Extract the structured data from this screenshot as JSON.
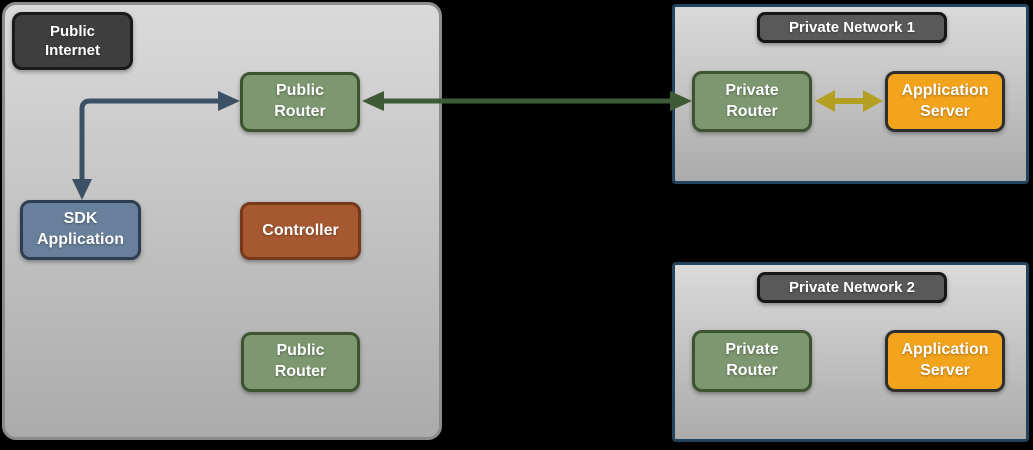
{
  "colors": {
    "canvas-bg": "#000000",
    "container-fill-top": "#dadada",
    "container-fill-bottom": "#ababab",
    "public-container-border": "#8c8c8c",
    "private-container-border": "#24435c",
    "dark-label-fill": "#3e3e3e",
    "dark-label-border": "#1a1a1a",
    "network-label-fill": "#595959",
    "network-label-border": "#161616",
    "green-node-fill": "#7d9770",
    "green-node-border": "#3e5431",
    "blue-node-fill": "#68809b",
    "blue-node-border": "#2d3e52",
    "red-node-fill": "#a65930",
    "red-node-border": "#77391c",
    "orange-node-fill": "#f3a41d",
    "orange-node-border": "#2e2e2e",
    "arrow-navy": "#3d5166",
    "arrow-green": "#3f5a36",
    "arrow-yellow": "#b3a023",
    "text": "#ffffff"
  },
  "diagram": {
    "public_internet": {
      "label": "Public\nInternet",
      "nodes": {
        "public_router_top": "Public\nRouter",
        "sdk_application": "SDK\nApplication",
        "controller": "Controller",
        "public_router_bottom": "Public\nRouter"
      }
    },
    "private_network_1": {
      "label": "Private Network 1",
      "nodes": {
        "private_router": "Private\nRouter",
        "application_server": "Application\nServer"
      }
    },
    "private_network_2": {
      "label": "Private Network 2",
      "nodes": {
        "private_router": "Private\nRouter",
        "application_server": "Application\nServer"
      }
    },
    "connections": [
      {
        "from": "SDK Application",
        "to": "Public Router",
        "style": "elbow",
        "color": "#3d5166",
        "heads": "both"
      },
      {
        "from": "Public Router",
        "to": "Private Router (Private Network 1)",
        "style": "straight",
        "color": "#3f5a36",
        "heads": "both"
      },
      {
        "from": "Private Router (Private Network 1)",
        "to": "Application Server (Private Network 1)",
        "style": "straight",
        "color": "#b3a023",
        "heads": "both"
      }
    ]
  }
}
